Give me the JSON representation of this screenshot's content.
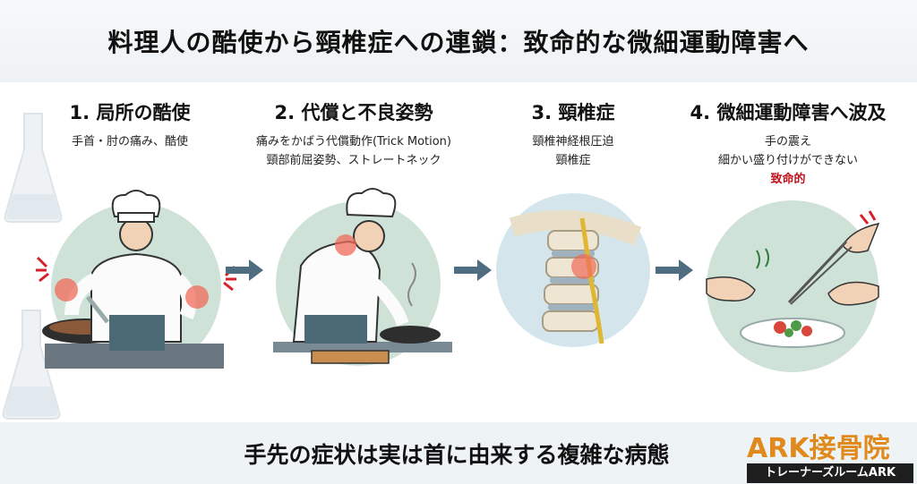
{
  "title": "料理人の酷使から頸椎症への連鎖：致命的な微細運動障害へ",
  "steps": [
    {
      "heading": "1. 局所の酷使",
      "lines": [
        "手首・肘の痛み、酷使"
      ]
    },
    {
      "heading": "2. 代償と不良姿勢",
      "lines": [
        "痛みをかばう代償動作(Trick Motion)",
        "頸部前屈姿勢、ストレートネック"
      ]
    },
    {
      "heading": "3. 頸椎症",
      "lines": [
        "頸椎神経根圧迫",
        "頸椎症"
      ]
    },
    {
      "heading": "4. 微細運動障害へ波及",
      "lines": [
        "手の震え",
        "細かい盛り付けができない"
      ],
      "alert": "致命的"
    }
  ],
  "summary": "手先の症状は実は首に由来する複雑な病態",
  "logo": {
    "name": "ARK接骨院",
    "tagline": "トレーナーズルームARK"
  },
  "colors": {
    "accent_red": "#c2111b",
    "logo_orange": "#e08a1e",
    "arrow": "#4f6d80",
    "circle": "#cfe2d7"
  },
  "icons": [
    "chef-illustration",
    "pain-burst-icon",
    "spine-illustration",
    "tweezers-hands-illustration",
    "right-arrow-icon",
    "flask-icon"
  ]
}
